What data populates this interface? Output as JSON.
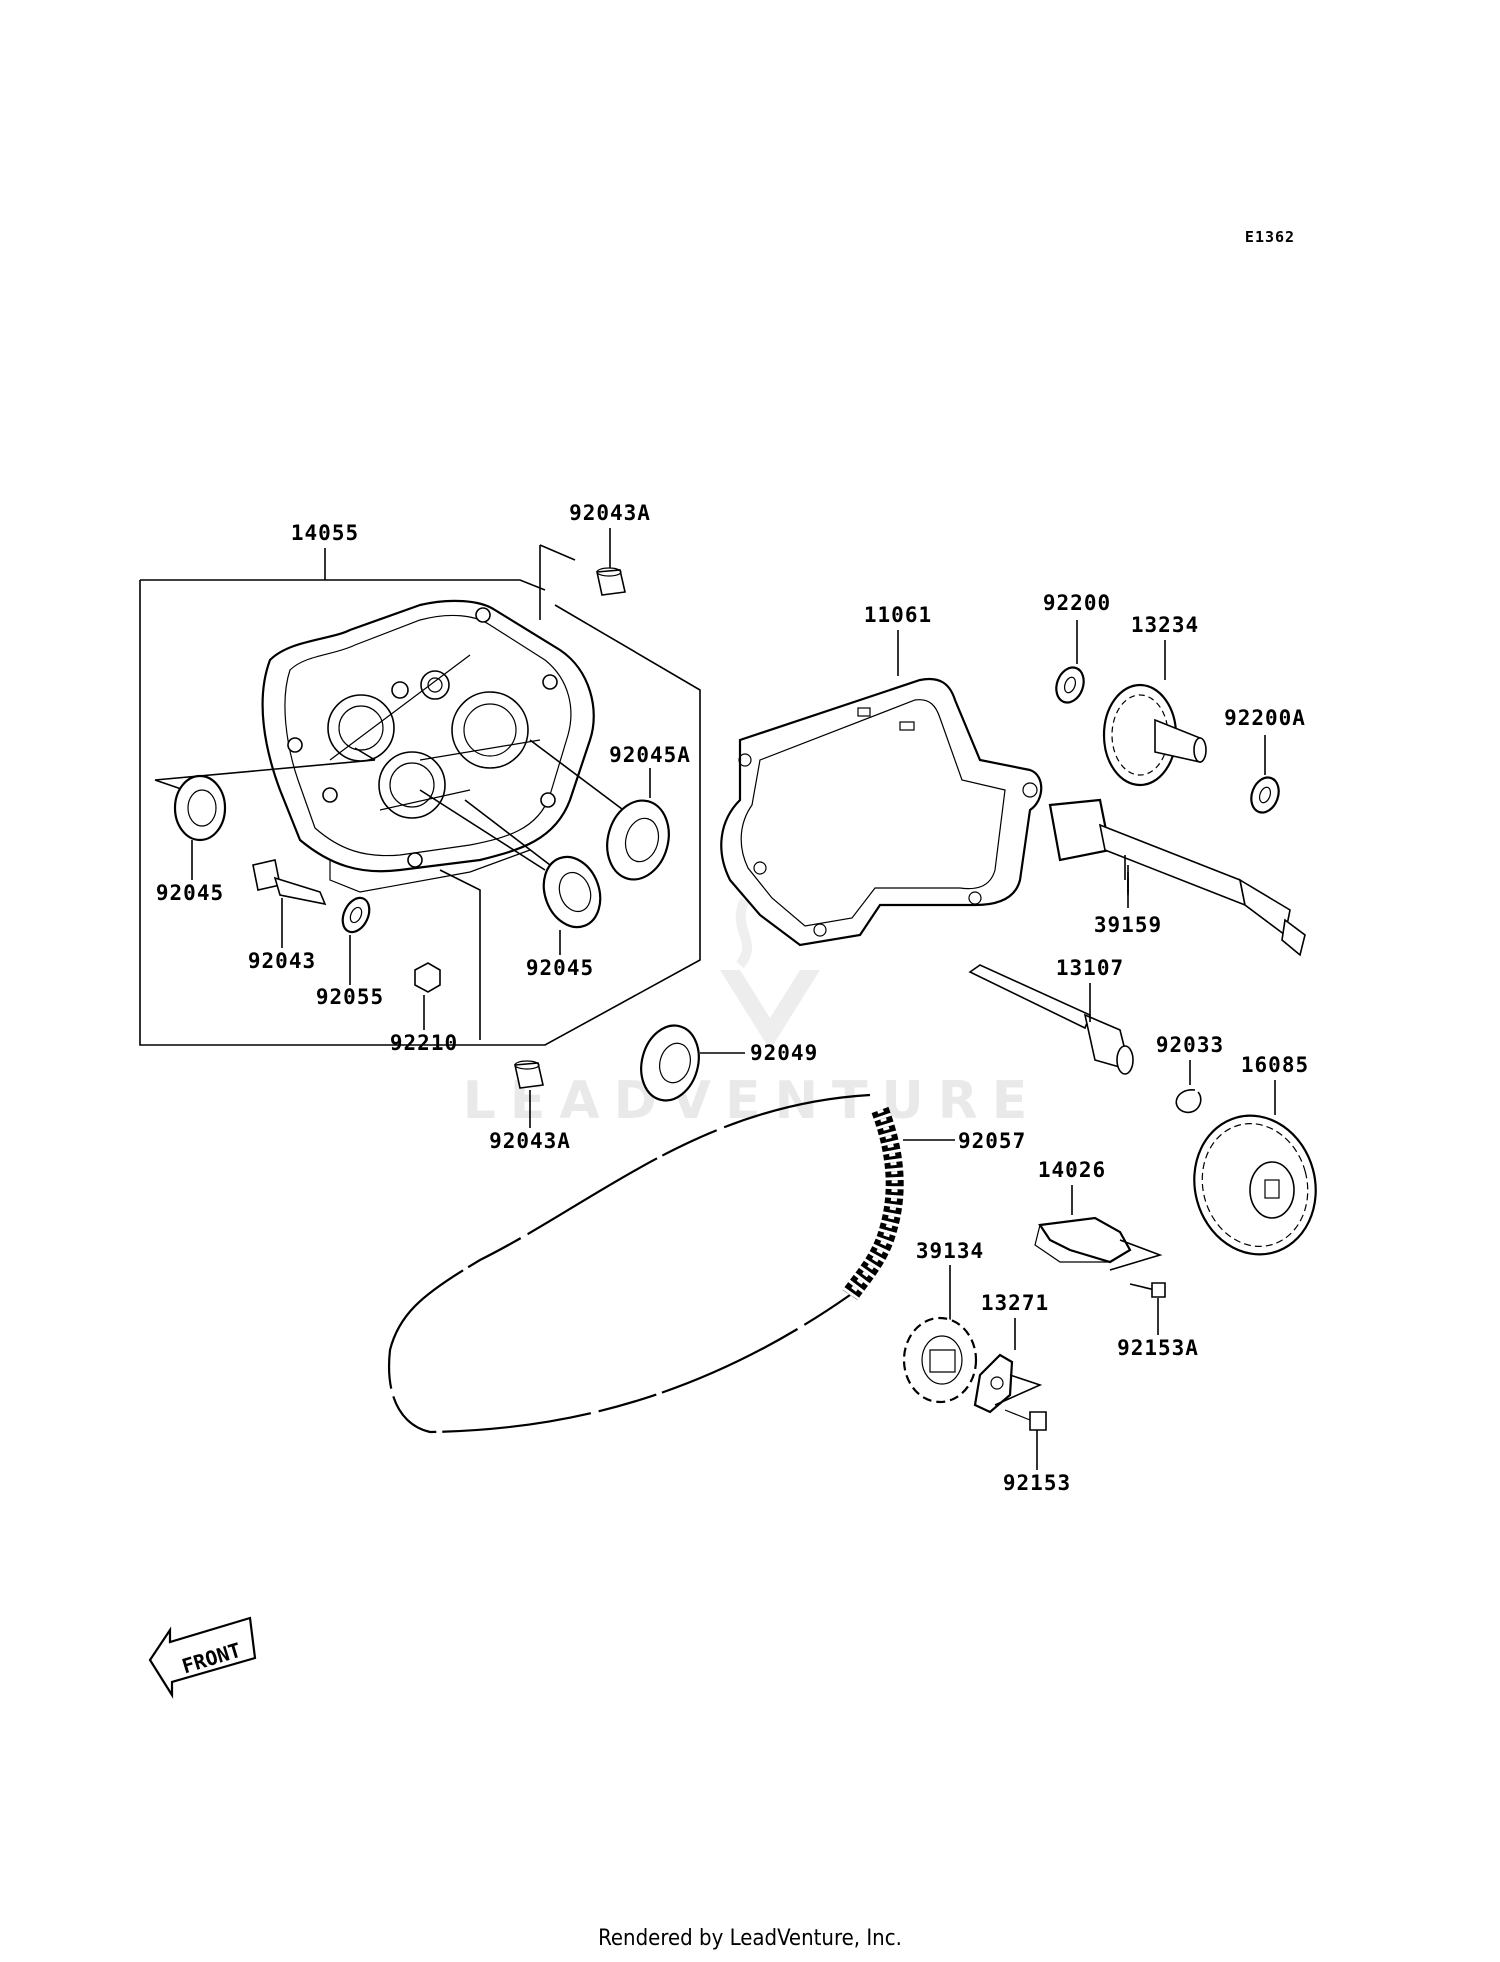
{
  "diagram_code": "E1362",
  "watermark": "LEADVENTURE",
  "front_label": "FRONT",
  "footer": "Rendered by LeadVenture, Inc.",
  "parts": {
    "p14055": "14055",
    "p92043A_top": "92043A",
    "p11061": "11061",
    "p92200": "92200",
    "p13234": "13234",
    "p92200A": "92200A",
    "p92045A": "92045A",
    "p92045_left": "92045",
    "p92043": "92043",
    "p92055": "92055",
    "p92210": "92210",
    "p92045_right": "92045",
    "p39159": "39159",
    "p13107": "13107",
    "p92033": "92033",
    "p16085": "16085",
    "p92049": "92049",
    "p92043A_bottom": "92043A",
    "p92057": "92057",
    "p14026": "14026",
    "p39134": "39134",
    "p13271": "13271",
    "p92153A": "92153A",
    "p92153": "92153"
  }
}
